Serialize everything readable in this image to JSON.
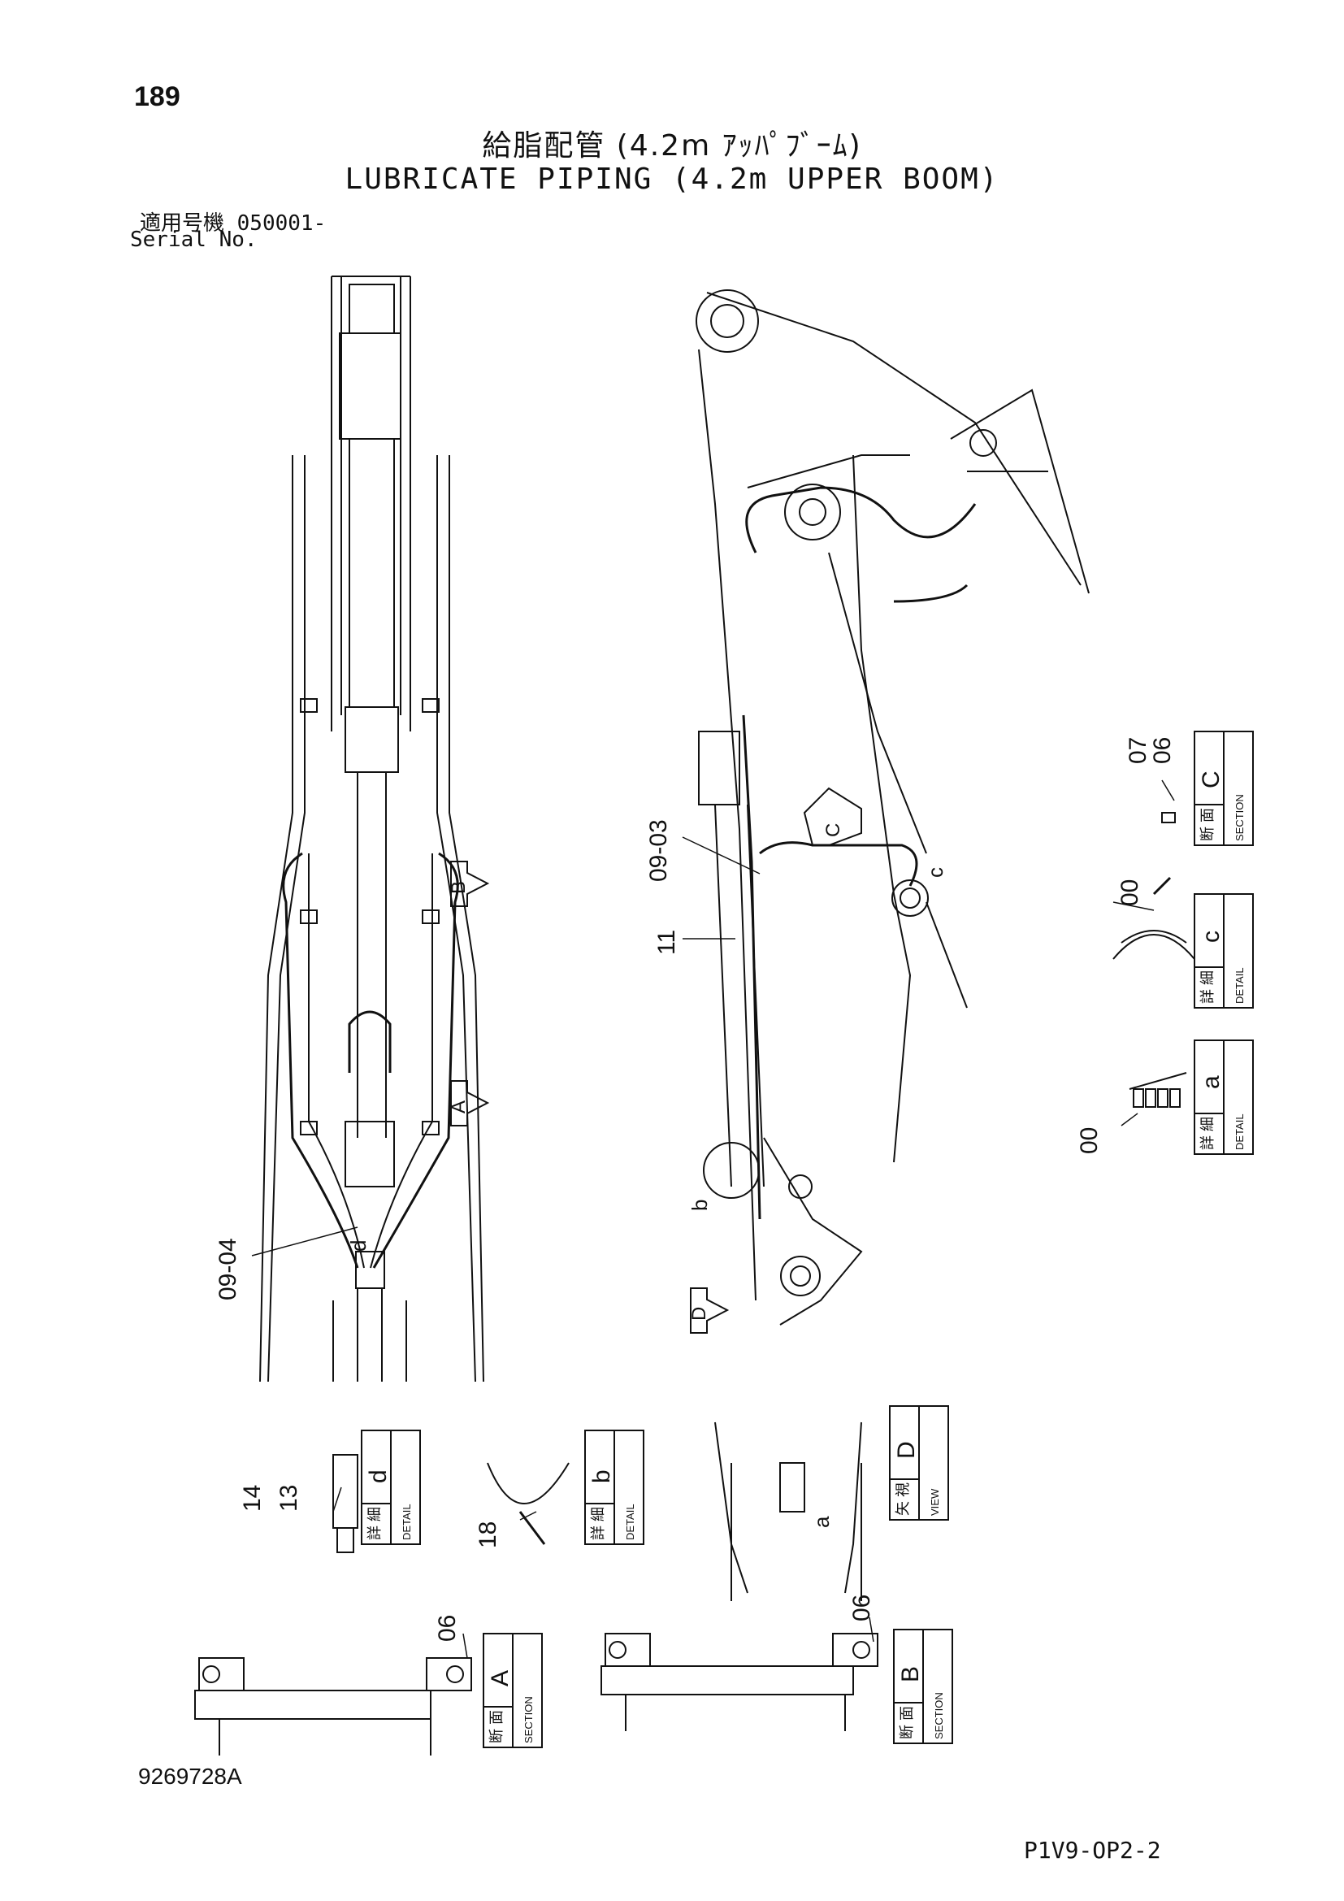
{
  "header": {
    "page_number": "189",
    "title_jp": "給脂配管 (4.2m ｱｯﾊﾟﾌﾞｰﾑ)",
    "title_en": "LUBRICATE PIPING (4.2m UPPER BOOM)",
    "serial_jp": "適用号機  050001-",
    "serial_en": "Serial No."
  },
  "footer": {
    "document_number": "9269728A",
    "page_code": "P1V9-OP2-2"
  },
  "callouts": {
    "c0903_left": "09-04",
    "c0903_right": "09-03",
    "c11": "11",
    "c0706_a": "07",
    "c0706_b": "06",
    "c00_c": "00",
    "c00_a": "00",
    "c14": "14",
    "c13": "13",
    "c18": "18",
    "c06_a": "06",
    "c06_b": "06",
    "arrow_A": "A",
    "arrow_B": "B",
    "arrow_C": "C",
    "arrow_D": "D",
    "letter_a": "a",
    "letter_b": "b",
    "letter_c": "c",
    "letter_d": "d"
  },
  "detail_boxes": {
    "section_C": {
      "kanji": "断 面",
      "label": "SECTION",
      "letter": "C"
    },
    "detail_c": {
      "kanji": "詳 細",
      "label": "DETAIL",
      "letter": "c"
    },
    "detail_a": {
      "kanji": "詳 細",
      "label": "DETAIL",
      "letter": "a"
    },
    "detail_d": {
      "kanji": "詳 細",
      "label": "DETAIL",
      "letter": "d"
    },
    "detail_b": {
      "kanji": "詳 細",
      "label": "DETAIL",
      "letter": "b"
    },
    "view_D": {
      "kanji": "矢 視",
      "label": "VIEW",
      "letter": "D"
    },
    "section_A": {
      "kanji": "断 面",
      "label": "SECTION",
      "letter": "A"
    },
    "section_B": {
      "kanji": "断 面",
      "label": "SECTION",
      "letter": "B"
    }
  },
  "colors": {
    "ink": "#111111",
    "paper": "#ffffff"
  }
}
